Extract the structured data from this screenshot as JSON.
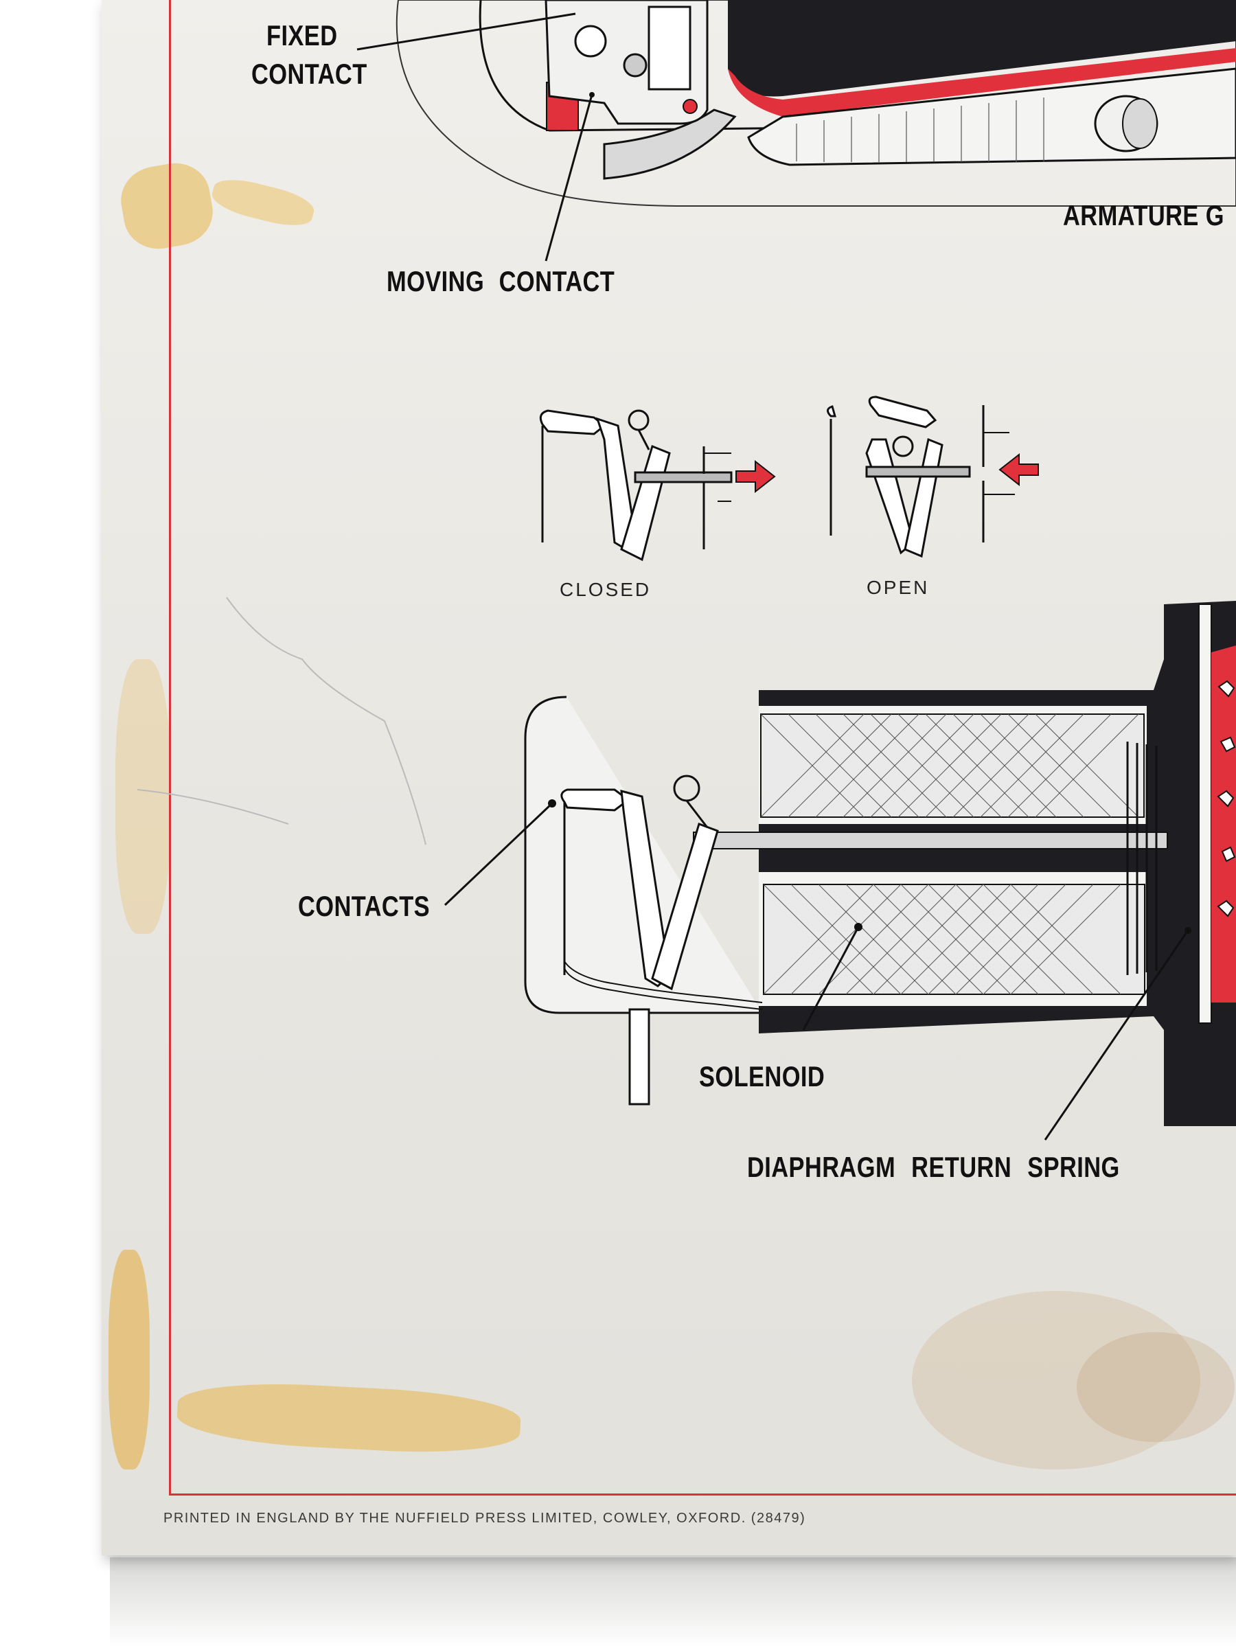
{
  "labels": {
    "fixed_contact_1": "FIXED",
    "fixed_contact_2": "CONTACT",
    "moving_contact": "MOVING CONTACT",
    "armature": "ARMATURE G",
    "closed": "CLOSED",
    "open": "OPEN",
    "contacts": "CONTACTS",
    "solenoid": "SOLENOID",
    "diaphragm_return_spring": "DIAPHRAGM RETURN SPRING"
  },
  "imprint": "PRINTED IN ENGLAND BY THE NUFFIELD PRESS LIMITED, COWLEY, OXFORD.   (28479)",
  "colors": {
    "paper": "#ecebe6",
    "ink": "#1a1a1e",
    "red": "#e0313c",
    "tape": "#e8b64a"
  }
}
